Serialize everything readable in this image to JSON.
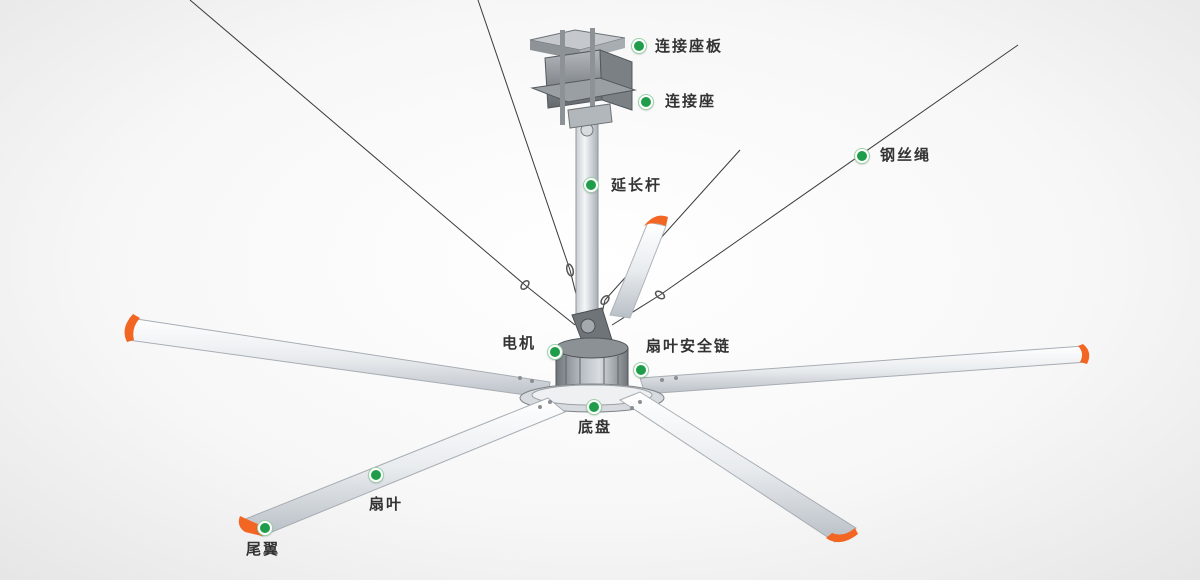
{
  "labels": {
    "mounting_plate": "连接座板",
    "mount_seat": "连接座",
    "extension_rod": "延长杆",
    "wire_rope": "钢丝绳",
    "motor": "电机",
    "blade_safety_chain": "扇叶安全链",
    "base_plate": "底盘",
    "blade": "扇叶",
    "tail_wing": "尾翼"
  },
  "colors": {
    "marker": "#1f9d4a",
    "tail_tip": "#f26522",
    "blade": "#eaedf0",
    "label": "#333333"
  }
}
